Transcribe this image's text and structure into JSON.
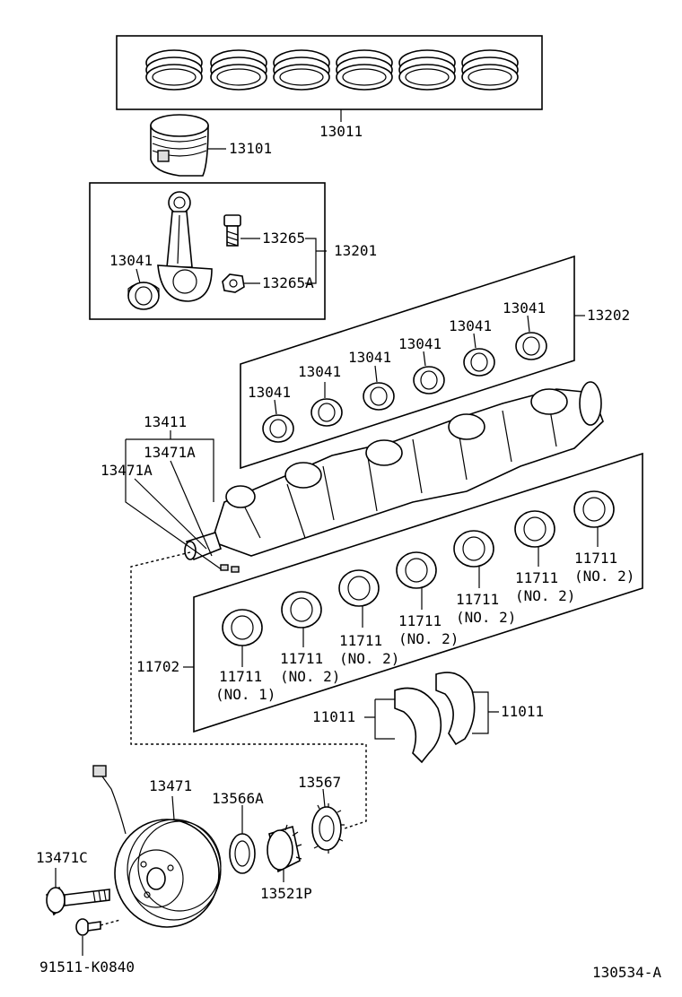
{
  "diagram_id": "130534-A",
  "labels": {
    "rings": "13011",
    "piston": "13101",
    "bolt": "13265",
    "conrod_assy": "13201",
    "conrod_bearing_left": "13041",
    "nut": "13265A",
    "conrod_bearing_set": "13202",
    "bearing_a": "13041",
    "bearing_b": "13041",
    "bearing_c": "13041",
    "bearing_d": "13041",
    "bearing_e": "13041",
    "bearing_f": "13041",
    "crank_key_group": "13411",
    "key_a": "13471A",
    "key_b": "13471A",
    "main_bearing_set": "11702",
    "mb1_num": "11711",
    "mb1_sub": "(NO. 1)",
    "mb2_num": "11711",
    "mb2_sub": "(NO. 2)",
    "mb3_num": "11711",
    "mb3_sub": "(NO. 2)",
    "mb4_num": "11711",
    "mb4_sub": "(NO. 2)",
    "mb5_num": "11711",
    "mb5_sub": "(NO. 2)",
    "mb6_num": "11711",
    "mb6_sub": "(NO. 2)",
    "mb7_num": "11711",
    "mb7_sub": "(NO. 2)",
    "thrust_left": "11011",
    "thrust_right": "11011",
    "pulley": "13471",
    "spacer": "13566A",
    "gear": "13567",
    "pulley_bolt": "13471C",
    "sprocket": "13521P",
    "bolt_small": "91511-K0840"
  }
}
